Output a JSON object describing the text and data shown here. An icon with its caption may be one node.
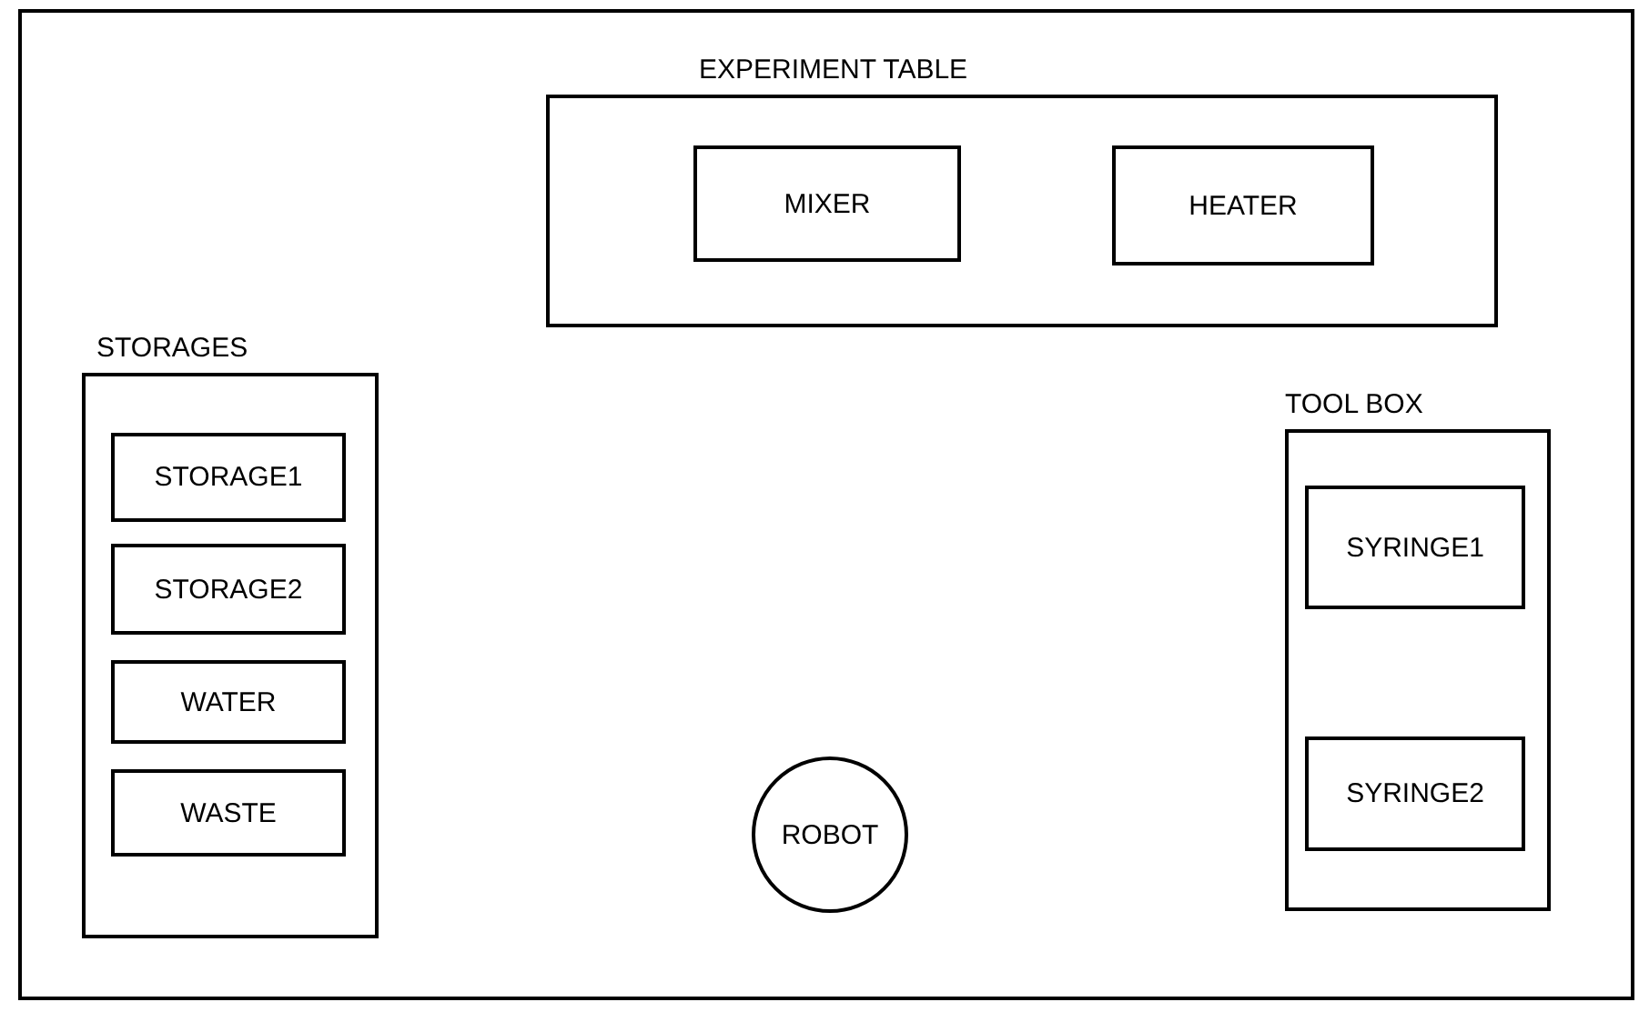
{
  "diagram": {
    "nodes": [
      {
        "text": [
          "EXPERIMENT TABLE"
        ]
      },
      {
        "text": [
          "MIXER"
        ],
        "in": 0
      },
      {
        "text": [
          "HEATER"
        ],
        "in": 0
      },
      {
        "text": [
          "STORAGES"
        ]
      },
      {
        "text": [
          "STORAGE1"
        ],
        "in": 3
      },
      {
        "text": [
          "STORAGE2"
        ],
        "in": 3
      },
      {
        "text": [
          "WATER"
        ],
        "in": 3
      },
      {
        "text": [
          "WASTE"
        ],
        "in": 3
      },
      {
        "text": [
          "TOOL BOX"
        ]
      },
      {
        "text": [
          "SYRINGE1"
        ],
        "in": 8
      },
      {
        "text": [
          "SYRINGE2"
        ],
        "in": 8
      },
      {
        "text": [
          "ROBOT"
        ]
      }
    ]
  }
}
